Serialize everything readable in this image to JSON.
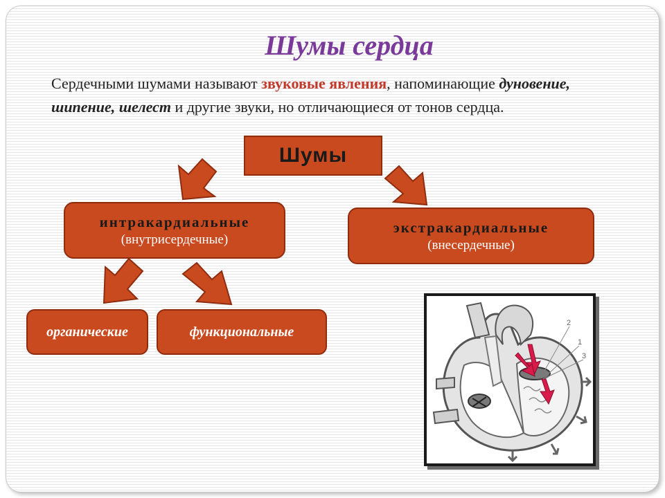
{
  "slide": {
    "title": "Шумы сердца",
    "intro": {
      "part1": "Сердечными шумами называют ",
      "highlight": "звуковые явления",
      "part2": ", напоминающие ",
      "emphasis": "дуновение, шипение, шелест",
      "part3": " и другие звуки, но отличающиеся от тонов сердца."
    },
    "diagram": {
      "root": "Шумы",
      "intra": {
        "name": "интракардиальные",
        "sub": "(внутрисердечные)"
      },
      "extra": {
        "name": "экстракардиальные",
        "sub": "(внесердечные)"
      },
      "organic": "органические",
      "functional": "функциональные"
    },
    "figure": {
      "labels": [
        "2",
        "1",
        "3"
      ]
    }
  },
  "colors": {
    "title": "#7a3a9a",
    "highlight": "#c0392b",
    "box_fill": "#c94a1f",
    "box_border": "#8f2c0f",
    "arrow_fill": "#c94a1f"
  }
}
